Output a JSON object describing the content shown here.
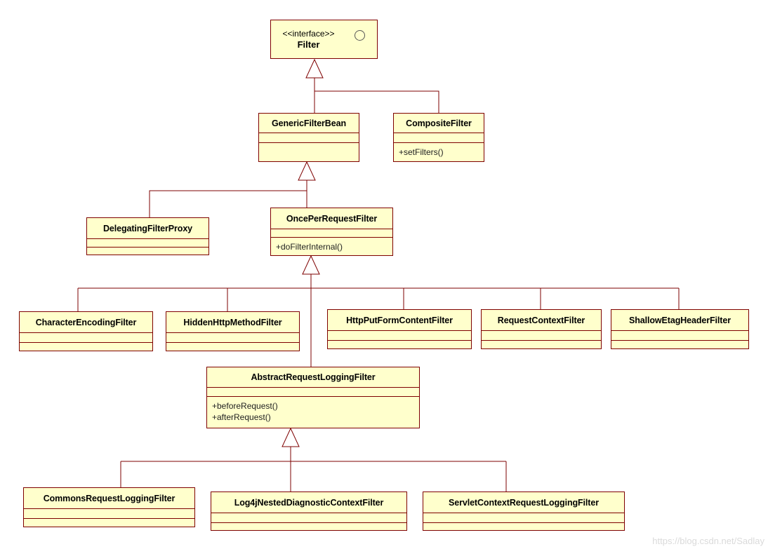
{
  "diagram": {
    "type": "uml-class-diagram",
    "watermark": "https://blog.csdn.net/Sadlay",
    "colors": {
      "box_fill": "#FFFFCC",
      "box_border": "#7E0000",
      "connector": "#7E0000",
      "title_text": "#000000",
      "method_text": "#222222",
      "watermark_text": "#DADADA"
    },
    "classes": [
      {
        "id": "filter",
        "stereotype": "<<interface>>",
        "name": "Filter",
        "methods": []
      },
      {
        "id": "generic-filter-bean",
        "name": "GenericFilterBean",
        "methods": []
      },
      {
        "id": "composite-filter",
        "name": "CompositeFilter",
        "methods": [
          "+setFilters()"
        ]
      },
      {
        "id": "delegating-filter-proxy",
        "name": "DelegatingFilterProxy",
        "methods": []
      },
      {
        "id": "once-per-request-filter",
        "name": "OncePerRequestFilter",
        "methods": [
          "+doFilterInternal()"
        ]
      },
      {
        "id": "character-encoding-filter",
        "name": "CharacterEncodingFilter",
        "methods": []
      },
      {
        "id": "hidden-http-method-filter",
        "name": "HiddenHttpMethodFilter",
        "methods": []
      },
      {
        "id": "http-put-form-content-filter",
        "name": "HttpPutFormContentFilter",
        "methods": []
      },
      {
        "id": "request-context-filter",
        "name": "RequestContextFilter",
        "methods": []
      },
      {
        "id": "shallow-etag-header-filter",
        "name": "ShallowEtagHeaderFilter",
        "methods": []
      },
      {
        "id": "abstract-request-logging-filter",
        "name": "AbstractRequestLoggingFilter",
        "methods": [
          "+beforeRequest()",
          "+afterRequest()"
        ]
      },
      {
        "id": "commons-request-logging-filter",
        "name": "CommonsRequestLoggingFilter",
        "methods": []
      },
      {
        "id": "log4j-nested-diagnostic-context-filter",
        "name": "Log4jNestedDiagnosticContextFilter",
        "methods": []
      },
      {
        "id": "servlet-context-request-logging-filter",
        "name": "ServletContextRequestLoggingFilter",
        "methods": []
      }
    ],
    "relationships": [
      {
        "type": "generalization",
        "from": "GenericFilterBean",
        "to": "Filter"
      },
      {
        "type": "generalization",
        "from": "CompositeFilter",
        "to": "Filter"
      },
      {
        "type": "generalization",
        "from": "DelegatingFilterProxy",
        "to": "GenericFilterBean"
      },
      {
        "type": "generalization",
        "from": "OncePerRequestFilter",
        "to": "GenericFilterBean"
      },
      {
        "type": "generalization",
        "from": "CharacterEncodingFilter",
        "to": "OncePerRequestFilter"
      },
      {
        "type": "generalization",
        "from": "HiddenHttpMethodFilter",
        "to": "OncePerRequestFilter"
      },
      {
        "type": "generalization",
        "from": "HttpPutFormContentFilter",
        "to": "OncePerRequestFilter"
      },
      {
        "type": "generalization",
        "from": "RequestContextFilter",
        "to": "OncePerRequestFilter"
      },
      {
        "type": "generalization",
        "from": "ShallowEtagHeaderFilter",
        "to": "OncePerRequestFilter"
      },
      {
        "type": "generalization",
        "from": "AbstractRequestLoggingFilter",
        "to": "OncePerRequestFilter"
      },
      {
        "type": "generalization",
        "from": "CommonsRequestLoggingFilter",
        "to": "AbstractRequestLoggingFilter"
      },
      {
        "type": "generalization",
        "from": "Log4jNestedDiagnosticContextFilter",
        "to": "AbstractRequestLoggingFilter"
      },
      {
        "type": "generalization",
        "from": "ServletContextRequestLoggingFilter",
        "to": "AbstractRequestLoggingFilter"
      }
    ]
  }
}
